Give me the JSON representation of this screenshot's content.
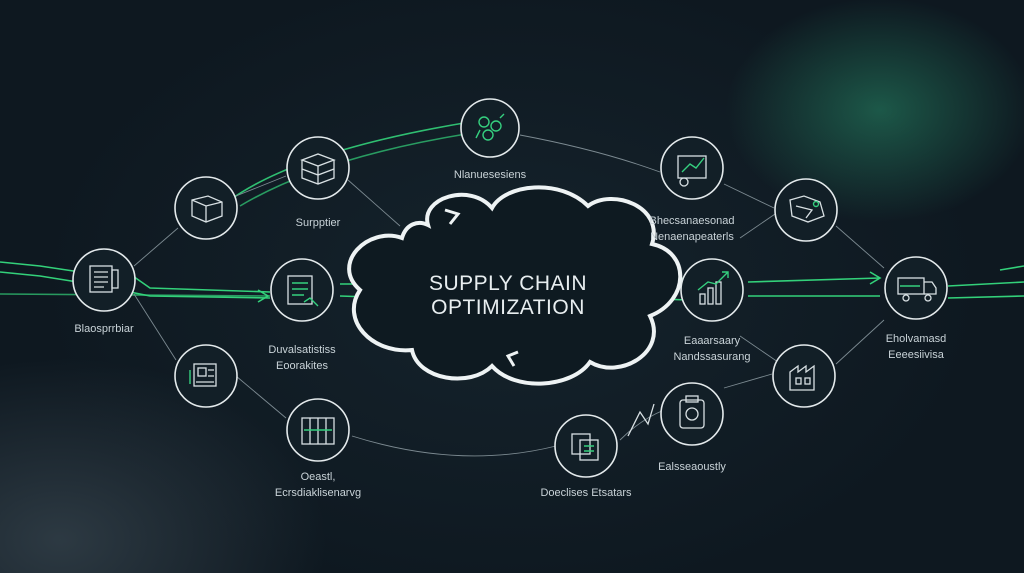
{
  "diagram": {
    "title_line1": "SUPPLY CHAIN",
    "title_line2": "OPTIMIZATION",
    "nodes": [
      {
        "id": "n1",
        "lines": [
          "Blaosprrbiar"
        ],
        "icon": "document-list-icon"
      },
      {
        "id": "n2",
        "lines": [],
        "icon": "shipment-boxes-icon"
      },
      {
        "id": "n3",
        "lines": [
          "Surpptier"
        ],
        "icon": "stacked-boxes-icon"
      },
      {
        "id": "n4",
        "lines": [
          "Nlanuesesiens"
        ],
        "icon": "puzzle-network-icon"
      },
      {
        "id": "n5",
        "lines": [
          "Duvalsatistiss",
          "Eoorakites"
        ],
        "icon": "checklist-icon"
      },
      {
        "id": "n6",
        "lines": [],
        "icon": "warehouse-machine-icon"
      },
      {
        "id": "n7",
        "lines": [
          "Oeastl,",
          "Ecrsdiaklisenarvg"
        ],
        "icon": "inventory-shelves-icon"
      },
      {
        "id": "n8",
        "lines": [
          "Bhecsanaesonad",
          "Nenaenapeaterls"
        ],
        "icon": "analytics-globe-icon"
      },
      {
        "id": "n9",
        "lines": [
          "Eaaarsaary",
          "Nandssasurang"
        ],
        "icon": "bar-chart-growth-icon"
      },
      {
        "id": "n10",
        "lines": [
          "Doeclises Etsatars"
        ],
        "icon": "stacked-documents-icon"
      },
      {
        "id": "n11",
        "lines": [
          "Ealsseaoustly"
        ],
        "icon": "clipboard-icon"
      },
      {
        "id": "n12",
        "lines": [],
        "icon": "logistics-map-icon"
      },
      {
        "id": "n13",
        "lines": [],
        "icon": "factory-icon"
      },
      {
        "id": "n14",
        "lines": [
          "Eholvamasd",
          "Eeeesiivisa"
        ],
        "icon": "delivery-truck-icon"
      }
    ]
  }
}
